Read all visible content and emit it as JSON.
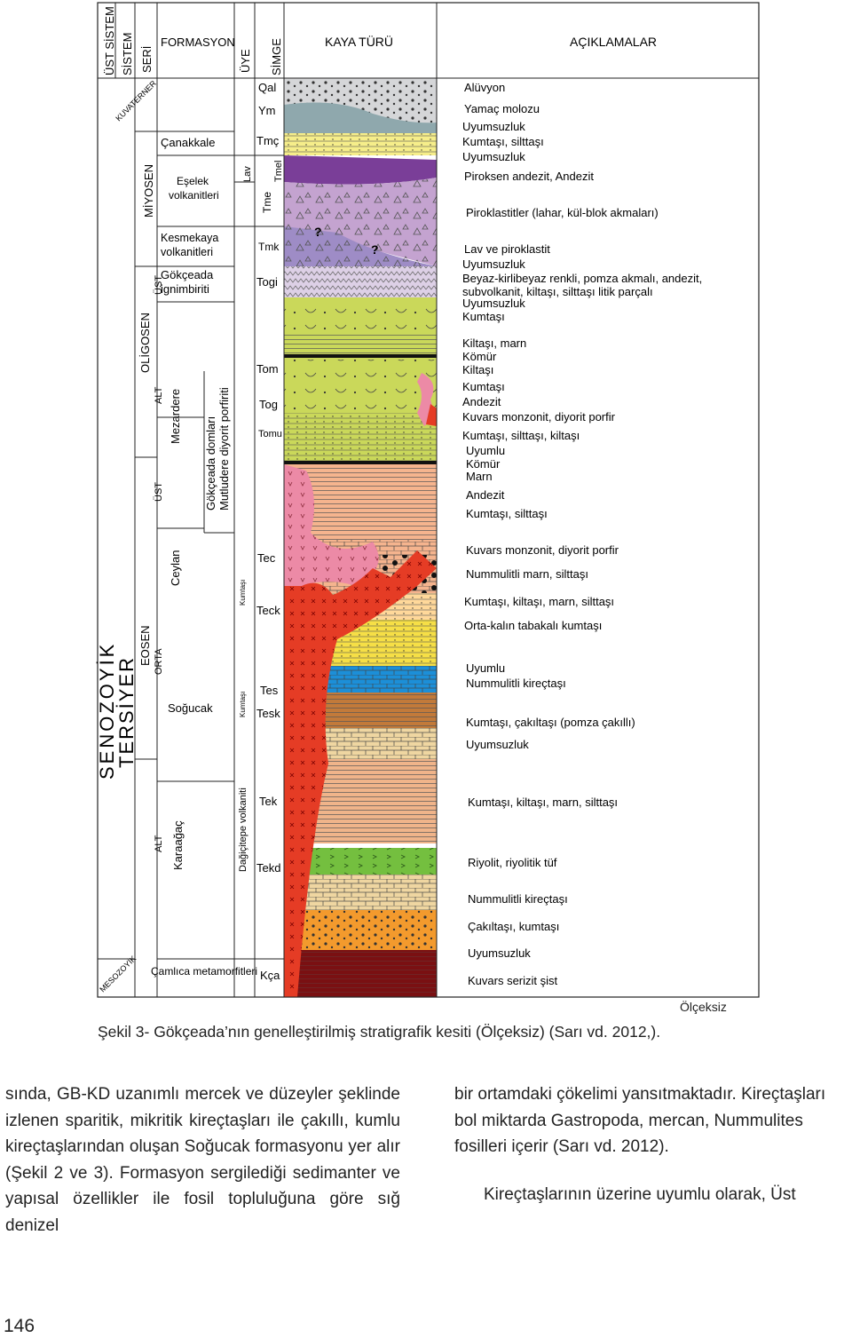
{
  "header": {
    "ust_sistem": "ÜST SİSTEM",
    "sistem": "SİSTEM",
    "seri": "SERİ",
    "formasyon": "FORMASYON",
    "uye": "ÜYE",
    "simge": "SİMGE",
    "kaya_turu": "KAYA TÜRÜ",
    "aciklamalar": "AÇIKLAMALAR"
  },
  "system_labels": {
    "senozoyik": "SENOZOYİK",
    "tersiyer": "TERSİYER",
    "kuvaterner": "KUVATERNER",
    "mesozoyik": "MESOZOYİK",
    "miyosen": "MİYOSEN",
    "oligosen": "OLİGOSEN",
    "eosen": "EOSEN",
    "ust1": "ÜST",
    "alt1": "ALT",
    "ust2": "ÜST",
    "orta": "ORTA",
    "alt2": "ALT"
  },
  "formations": {
    "canakkale": "Çanakkale",
    "eselek1": "Eşelek",
    "eselek2": "volkanitleri",
    "kesmekaya1": "Kesmekaya",
    "kesmekaya2": "volkanitleri",
    "gokceada1": "Gökçeada",
    "gokceada2": "ignimbiriti",
    "mezardere": "Mezardere",
    "domlar1": "Gökçeada domları",
    "domlar2": "Mutludere diyorit porfiriti",
    "ceylan": "Ceylan",
    "sogucak": "Soğucak",
    "karaagac": "Karaağaç",
    "camlica": "Çamlıca metamorfitleri"
  },
  "members": {
    "lav": "Lav",
    "tme": "Tme",
    "tmel": "Tmel",
    "kumtasi1": "Kumtaşı",
    "kumtasi2": "Kumtaşı",
    "dagicitepe": "Dağiçitepe volkaniti"
  },
  "symbols": {
    "qal": "Qal",
    "ym": "Ym",
    "tmc": "Tmç",
    "tmk": "Tmk",
    "togi": "Togi",
    "tom": "Tom",
    "tog": "Tog",
    "tomu": "Tomu",
    "tec": "Tec",
    "teck": "Teck",
    "tes": "Tes",
    "tesk": "Tesk",
    "tek": "Tek",
    "tekd": "Tekd",
    "kca": "Kça"
  },
  "descriptions": [
    "Alüvyon",
    "Yamaç molozu",
    "Uyumsuzluk",
    "Kumtaşı, silttaşı",
    "Uyumsuzluk",
    "Piroksen andezit, Andezit",
    "Piroklastitler (lahar, kül-blok akmaları)",
    "Lav ve piroklastit",
    "Uyumsuzluk",
    "Beyaz-kirlibeyaz renkli, pomza akmalı, andezit,",
    "subvolkanit, kiltaşı, silttaşı litik parçalı",
    "Uyumsuzluk",
    "Kumtaşı",
    "Kiltaşı, marn",
    "Kömür",
    "Kiltaşı",
    "Kumtaşı",
    "Andezit",
    "Kuvars monzonit, diyorit porfir",
    "Kumtaşı, silttaşı, kiltaşı",
    "Uyumlu",
    "Kömür",
    "Marn",
    "Andezit",
    "Kumtaşı, silttaşı",
    "Kuvars monzonit, diyorit porfir",
    "Nummulitli marn, silttaşı",
    "Kumtaşı,  kiltaşı, marn, silttaşı",
    "Orta-kalın tabakalı kumtaşı",
    "Uyumlu",
    "Nummulitli kireçtaşı",
    "Kumtaşı, çakıltaşı (pomza çakıllı)",
    "Uyumsuzluk",
    "Kumtaşı, kiltaşı, marn, silttaşı",
    "Riyolit, riyolitik tüf",
    "Nummulitli kireçtaşı",
    "Çakıltaşı, kumtaşı",
    "Uyumsuzluk",
    "Kuvars serizit şist"
  ],
  "question_marks": [
    "?",
    "?"
  ],
  "scale_note": "Ölçeksiz",
  "caption": "Şekil 3- Gökçeada’nın genelleştirilmiş stratigrafik kesiti (Ölçeksiz) (Sarı vd. 2012,).",
  "body": {
    "left_paragraph": "sında, GB-KD uzanımlı mercek ve düzeyler şeklinde izlenen sparitik, mikritik kireçtaşları ile çakıllı, kumlu kireçtaşlarından oluşan Soğucak formasyonu yer alır (Şekil 2 ve 3). Formasyon sergilediği sedimanter ve yapısal özellikler ile fosil topluluğuna göre sığ denizel",
    "right_paragraph": "bir ortamdaki çökelimi yansıtmaktadır. Kireçtaşları bol miktarda Gastropoda, mercan, Nummulites fosilleri içerir (Sarı vd. 2012).",
    "right_indent": "Kireçtaşlarının üzerine uyumlu olarak, Üst"
  },
  "page_number": "146",
  "colors": {
    "alluvium": "#d5d6d8",
    "scree": "#8fa8ad",
    "sand_yellow": "#f6ee8a",
    "purple_dark": "#7a3e98",
    "purple_light": "#c4a3d0",
    "lav": "#9e8cc6",
    "togi": "#ddd0e6",
    "green": "#cad85a",
    "orange": "#f5b48e",
    "pink": "#ec8aa6",
    "red": "#e53c25",
    "ceylan_light": "#ffd89a",
    "yellow": "#f6df46",
    "blue": "#1c8fd8",
    "brown": "#c27a3a",
    "tan": "#efd6a1",
    "salmon": "#f0b48a",
    "green_bright": "#74bf3f",
    "orange_bright": "#f39a2d",
    "dark_red": "#7a1012"
  }
}
